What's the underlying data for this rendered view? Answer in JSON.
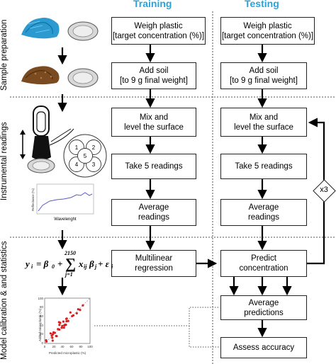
{
  "columns": {
    "training": "Training",
    "testing": "Testing"
  },
  "sections": {
    "sample_prep": "Sample preparation",
    "instrumental": "Instrumental readings",
    "calibration": "Model calibration & and statistics"
  },
  "training": {
    "weigh": "Weigh plastic\n[target concentration (%)]",
    "soil": "Add soil\n[to 9 g final weight]",
    "mix": "Mix and\nlevel the surface",
    "take": "Take 5 readings",
    "avg": "Average\nreadings",
    "regression": "Multilinear\nregression"
  },
  "testing": {
    "weigh": "Weigh plastic\n[target concentration (%)]",
    "soil": "Add soil\n[to 9 g final weight]",
    "mix": "Mix and\nlevel the surface",
    "take": "Take 5 readings",
    "avg": "Average\nreadings",
    "predict": "Predict\nconcentration",
    "avg_pred": "Average\npredictions",
    "assess": "Assess accuracy",
    "repeat": "x3"
  },
  "illustrations": {
    "reading_positions": [
      "1",
      "2",
      "3",
      "4",
      "5"
    ],
    "spectrum_ylabel": "Reflectance (%)",
    "spectrum_xlabel": "Wavelenght",
    "scatter_ylabel": "Added microplastic (%)",
    "scatter_xlabel": "Predicted microplastic (%)",
    "scatter_ticks": [
      "0",
      "20",
      "40",
      "60",
      "80",
      "100"
    ]
  },
  "equation": {
    "lhs": "y",
    "lhs_sub": "i",
    "eq": "= β",
    "b0_sub": "0",
    "plus1": "+",
    "sum_top": "2150",
    "sum_bottom": "j=1",
    "term": "x",
    "term_sub": "ij",
    "beta": "β",
    "beta_sub": "j",
    "plus2": "+ ε",
    "eps_sub": "i"
  },
  "colors": {
    "heading": "#2aa3d8",
    "plastic": "#2a9ad0",
    "soil": "#7a4a20",
    "scatter_point": "#d42020",
    "spectrum_line": "#5a5ac8"
  }
}
